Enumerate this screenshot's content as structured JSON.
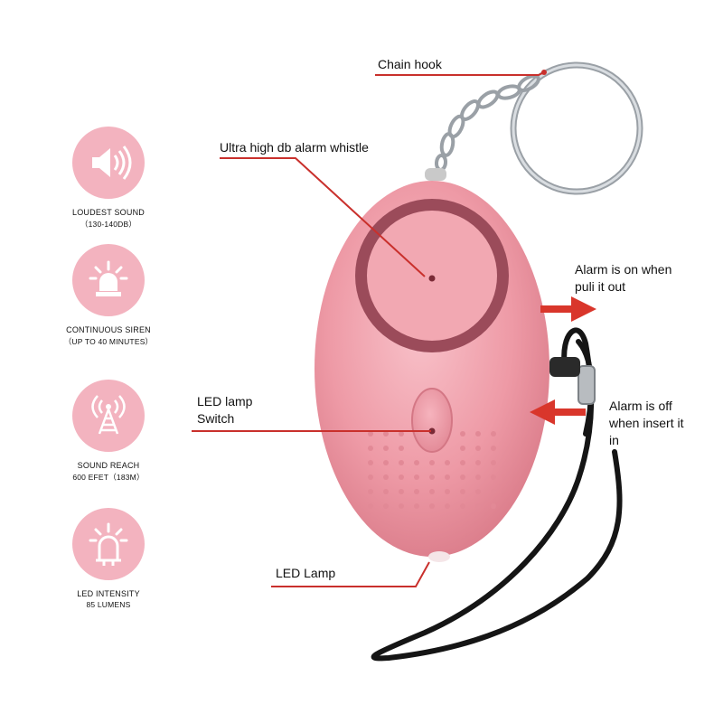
{
  "features": [
    {
      "icon": "speaker-icon",
      "title": "LOUDEST SOUND",
      "sub": "（130-140DB）"
    },
    {
      "icon": "siren-light-icon",
      "title": "CONTINUOUS SIREN",
      "sub": "（UP TO 40 MINUTES）"
    },
    {
      "icon": "signal-tower-icon",
      "title": "SOUND REACH",
      "sub": "600 EFET（183M）"
    },
    {
      "icon": "led-lamp-icon",
      "title": "LED INTENSITY",
      "sub": "85 LUMENS"
    }
  ],
  "callouts": {
    "chain_hook": "Chain hook",
    "whistle": "Ultra high db alarm whistle",
    "led_switch_line1": "LED lamp",
    "led_switch_line2": "Switch",
    "led_lamp": "LED Lamp",
    "alarm_on_line1": "Alarm is on when",
    "alarm_on_line2": "puli it out",
    "alarm_off_line1": "Alarm is off",
    "alarm_off_line2": "when insert it",
    "alarm_off_line3": "in"
  },
  "colors": {
    "accent_red": "#c9302c",
    "icon_circle": "#f3b3bf",
    "device_body": "#ee9aa6",
    "ring": "#9b4b5a"
  }
}
